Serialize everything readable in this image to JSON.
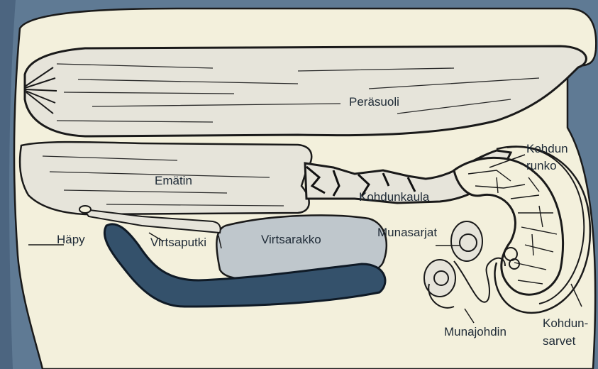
{
  "labels": {
    "perasuoli": "Peräsuoli",
    "ematin": "Emätin",
    "kohdun_runko_1": "Kohdun",
    "kohdun_runko_2": "runko",
    "kohdunkaula": "Kohdunkaula",
    "hapy": "Häpy",
    "virtsaputki": "Virtsaputki",
    "virtsarakko": "Virtsarakko",
    "munasarjat": "Munasarjat",
    "munajohdin": "Munajohdin",
    "kohdun_sarvet_1": "Kohdun-",
    "kohdun_sarvet_2": "sarvet"
  },
  "colors": {
    "background": "#5f7a94",
    "body_fill": "#f3f0dc",
    "tissue_fill": "#e6e4da",
    "bladder_fill": "#bfc7cc",
    "pubic_bone": "#34516b",
    "outline": "#1a1a1a"
  }
}
